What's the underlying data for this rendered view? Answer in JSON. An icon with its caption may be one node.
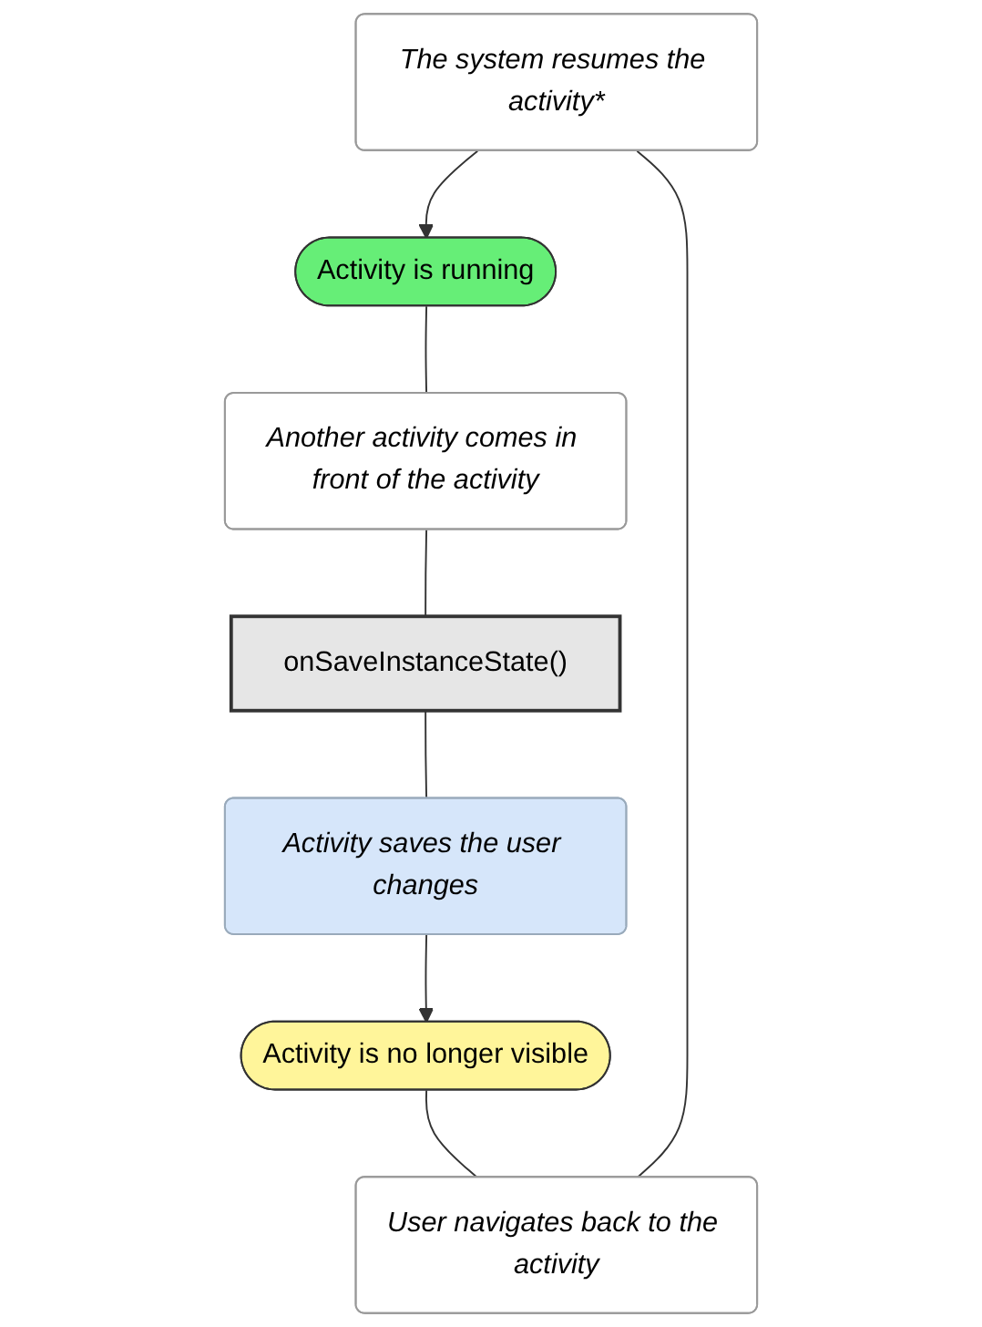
{
  "diagram": {
    "nodes": [
      {
        "text": [
          "The system resumes the activity*"
        ]
      },
      {
        "text": [
          "Activity is running"
        ]
      },
      {
        "text": [
          "Another activity comes in front of the activity"
        ]
      },
      {
        "text": [
          "onSaveInstanceState()"
        ]
      },
      {
        "text": [
          "Activity saves the user changes"
        ]
      },
      {
        "text": [
          "Activity is no longer visible"
        ]
      },
      {
        "text": [
          "User navigates back to the activity"
        ]
      }
    ],
    "edges": [
      {
        "from": 0,
        "to": 1,
        "arrow": "to"
      },
      {
        "from": 1,
        "to": 2,
        "arrow": "none"
      },
      {
        "from": 2,
        "to": 3,
        "arrow": "none"
      },
      {
        "from": 3,
        "to": 4,
        "arrow": "none"
      },
      {
        "from": 4,
        "to": 5,
        "arrow": "to"
      },
      {
        "from": 5,
        "to": 6,
        "arrow": "none"
      },
      {
        "from": 6,
        "to": 0,
        "arrow": "none"
      }
    ]
  }
}
